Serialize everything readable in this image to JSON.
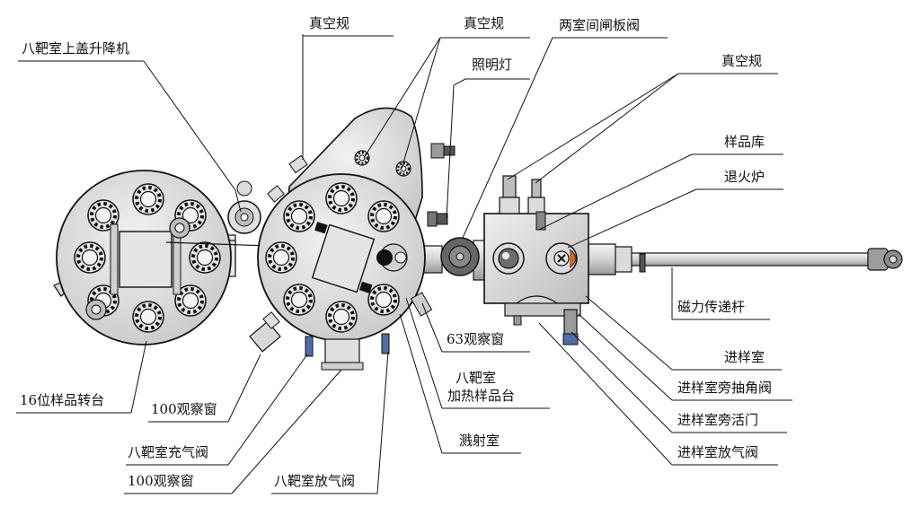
{
  "labels": {
    "vacuum_gauge_1": "真空规",
    "vacuum_gauge_2": "真空规",
    "gate_valve": "两室间闸板阀",
    "vacuum_gauge_3": "真空规",
    "lid_lift": "八靶室上盖升降机",
    "lamp": "照明灯",
    "sample_store": "样品库",
    "anneal_furnace": "退火炉",
    "magnetic_rod": "磁力传递杆",
    "loadlock": "进样室",
    "ll_angle_valve": "进样室旁抽角阀",
    "ll_door": "进样室旁活门",
    "ll_vent_valve": "进样室放气阀",
    "turntable": "16位样品转台",
    "window_100a": "100观察窗",
    "window_63": "63观察窗",
    "heater_line1": "八靶室",
    "heater_line2": "加热样品台",
    "sputter_chamber": "溅射室",
    "gas_fill_valve": "八靶室充气阀",
    "window_100b": "100观察窗",
    "vent_valve": "八靶室放气阀"
  }
}
